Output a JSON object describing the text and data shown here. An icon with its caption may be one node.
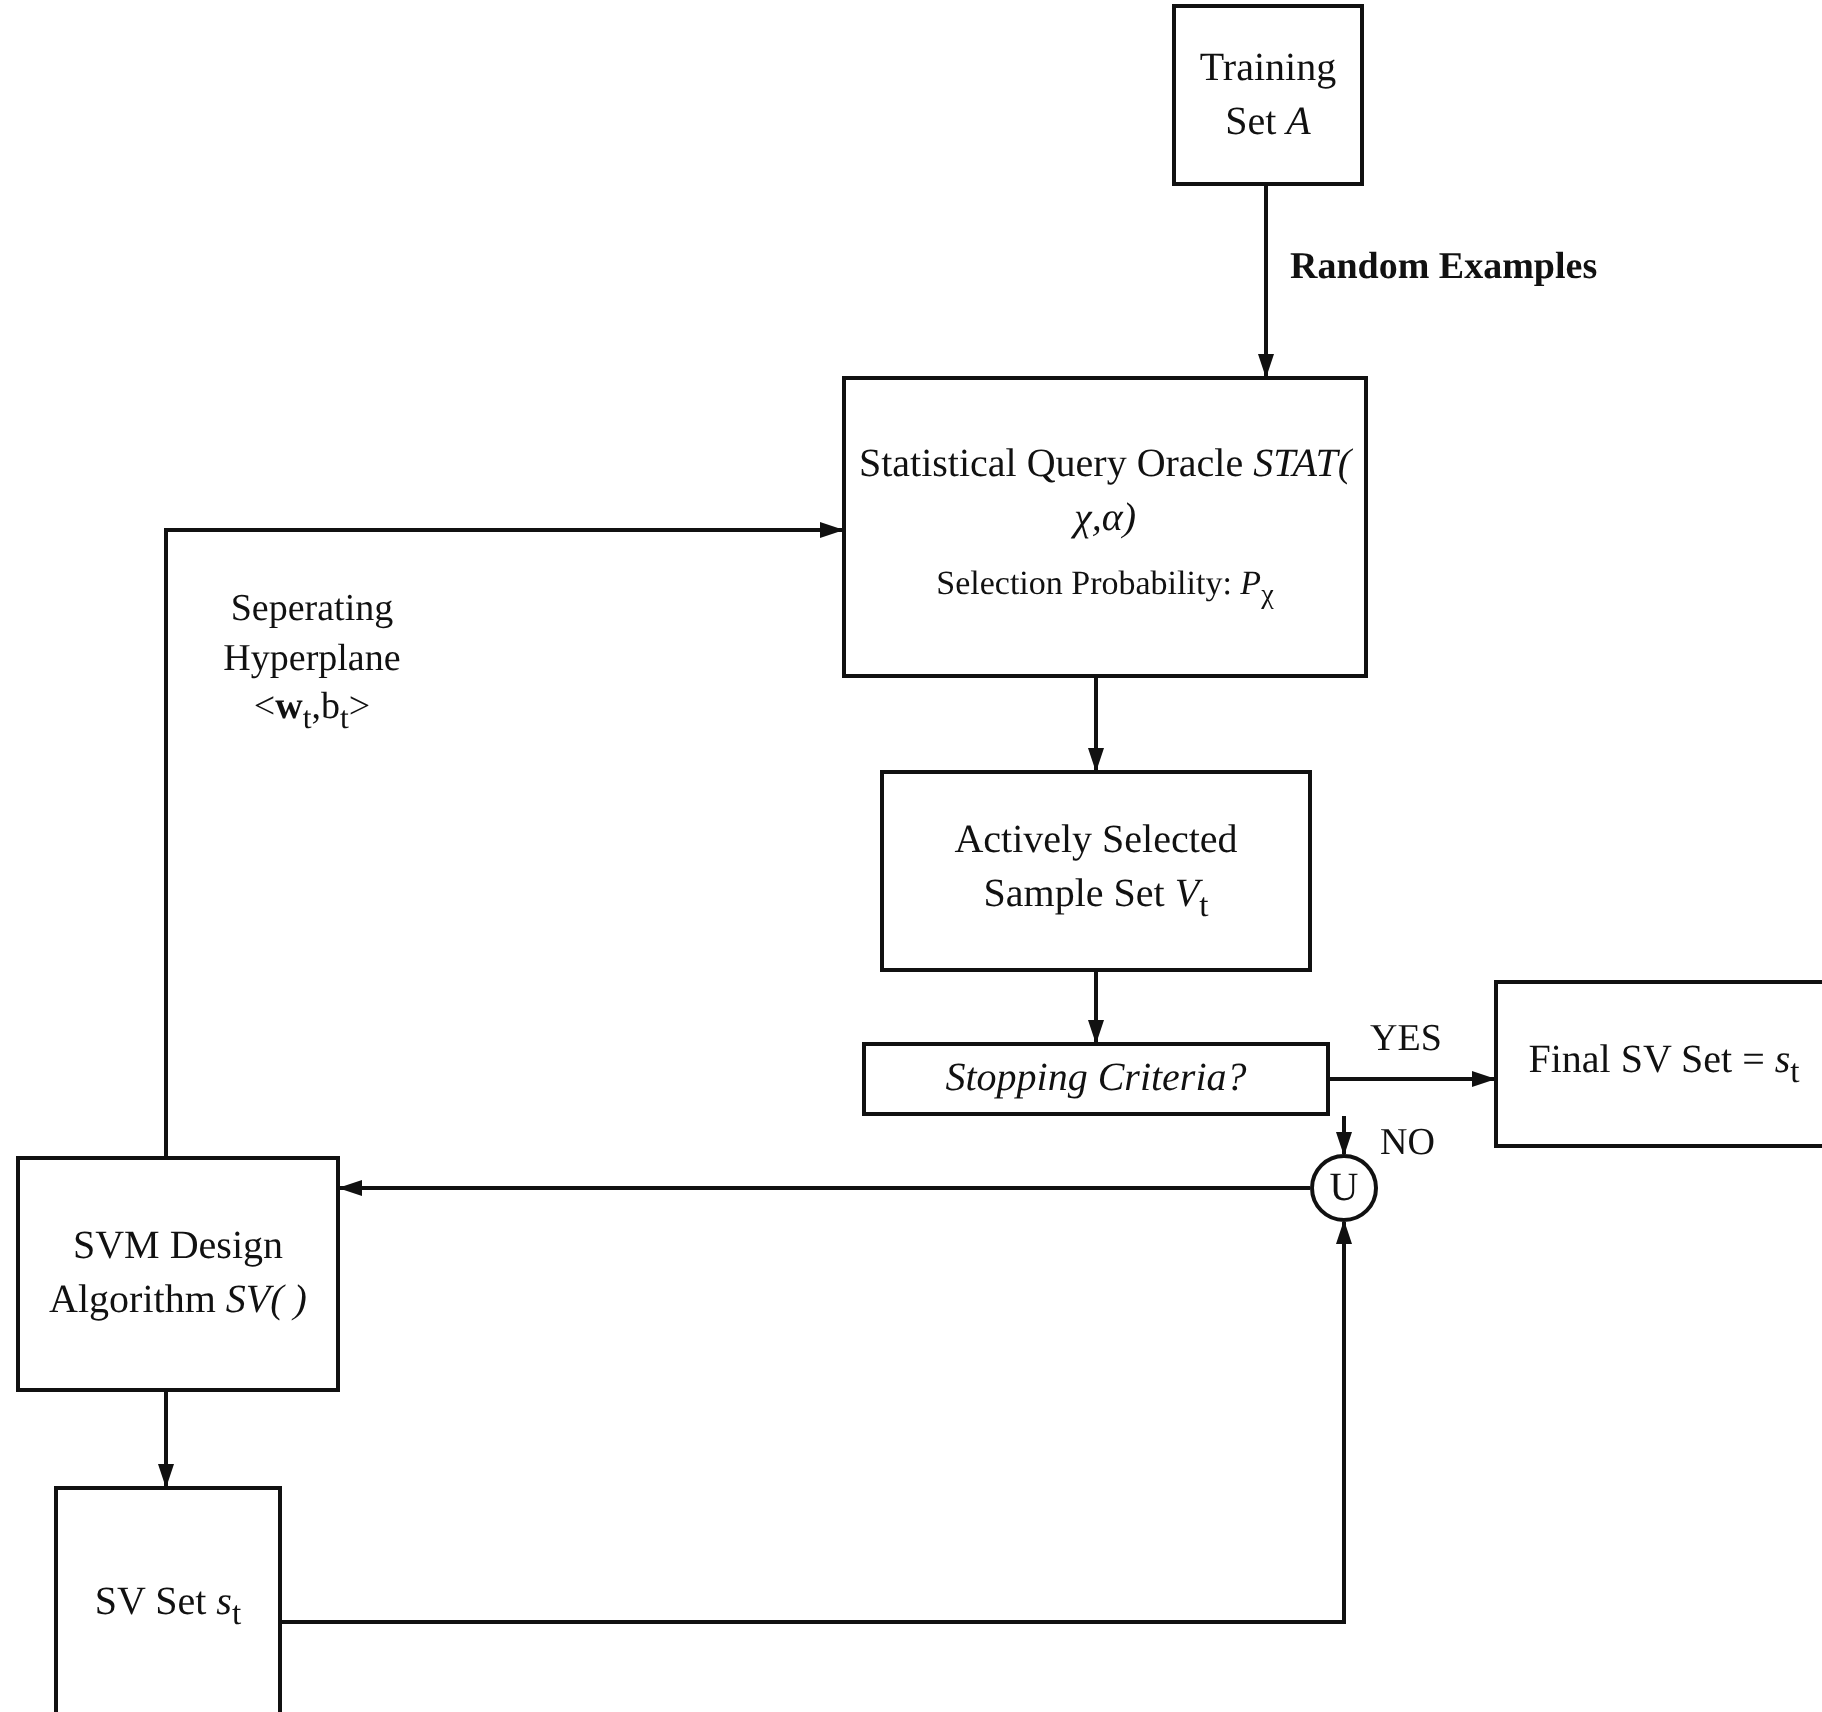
{
  "diagram": {
    "nodes": [
      {
        "text": [
          "Training Set *A*"
        ]
      },
      {
        "text": [
          "Statistical Query Oracle *STAT( χ,α)*",
          "Selection Probability: *P*$_{χ}$"
        ]
      },
      {
        "text": [
          "Actively Selected Sample Set *V*$_{t}$"
        ]
      },
      {
        "text": [
          "Stopping Criteria?"
        ]
      },
      {
        "text": [
          "Final SV Set = *s*$_{t}$"
        ]
      },
      {
        "text": [
          "U"
        ]
      },
      {
        "text": [
          "SVM Design Algorithm *SV( )*"
        ]
      },
      {
        "text": [
          "SV Set *s*$_{t}$"
        ]
      }
    ],
    "edges": [
      {
        "from": 0,
        "to": 1,
        "arrow": "to",
        "label": "Random Examples"
      },
      {
        "from": 1,
        "to": 2,
        "arrow": "to"
      },
      {
        "from": 2,
        "to": 3,
        "arrow": "to"
      },
      {
        "from": 3,
        "to": 4,
        "arrow": "to",
        "label": "YES"
      },
      {
        "from": 3,
        "to": 5,
        "arrow": "to",
        "label": "NO"
      },
      {
        "from": 5,
        "to": 6,
        "arrow": "to"
      },
      {
        "from": 6,
        "to": 7,
        "arrow": "to"
      },
      {
        "from": 7,
        "to": 5,
        "arrow": "to"
      },
      {
        "from": 6,
        "to": 1,
        "arrow": "to",
        "label": "Seperating Hyperplane <**w**$_{t}$,b$_{t}$>"
      }
    ]
  }
}
